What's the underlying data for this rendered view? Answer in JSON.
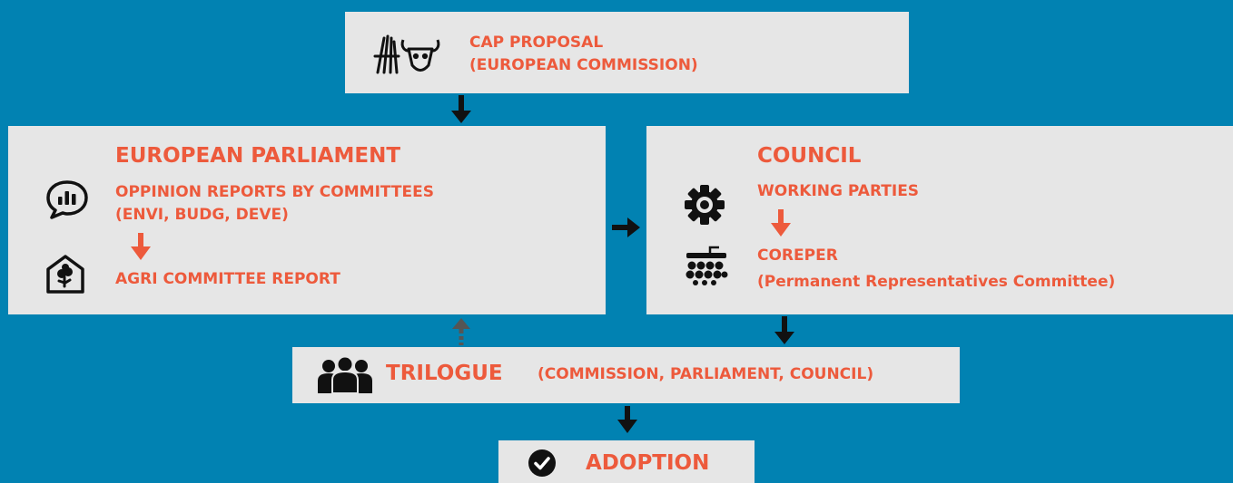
{
  "proposal": {
    "line1": "CAP PROPOSAL",
    "line2": "(EUROPEAN COMMISSION)",
    "icon": "wheat-bull-icon"
  },
  "parliament": {
    "title": "EUROPEAN PARLIAMENT",
    "opinion_line1": "OPPINION REPORTS BY COMMITTEES",
    "opinion_line2": "(ENVI, BUDG, DEVE)",
    "agri": "AGRI  COMMITTEE REPORT"
  },
  "council": {
    "title": "COUNCIL",
    "working": "WORKING PARTIES",
    "coreper_line1": "COREPER",
    "coreper_line2": "(Permanent Representatives Committee)"
  },
  "trilogue": {
    "title": "TRILOGUE",
    "members": "(COMMISSION, PARLIAMENT, COUNCIL)"
  },
  "adoption": {
    "title": "ADOPTION"
  },
  "colors": {
    "background": "#0182b2",
    "box": "#e6e6e6",
    "accent": "#ed5a3c",
    "arrow": "#111111"
  }
}
